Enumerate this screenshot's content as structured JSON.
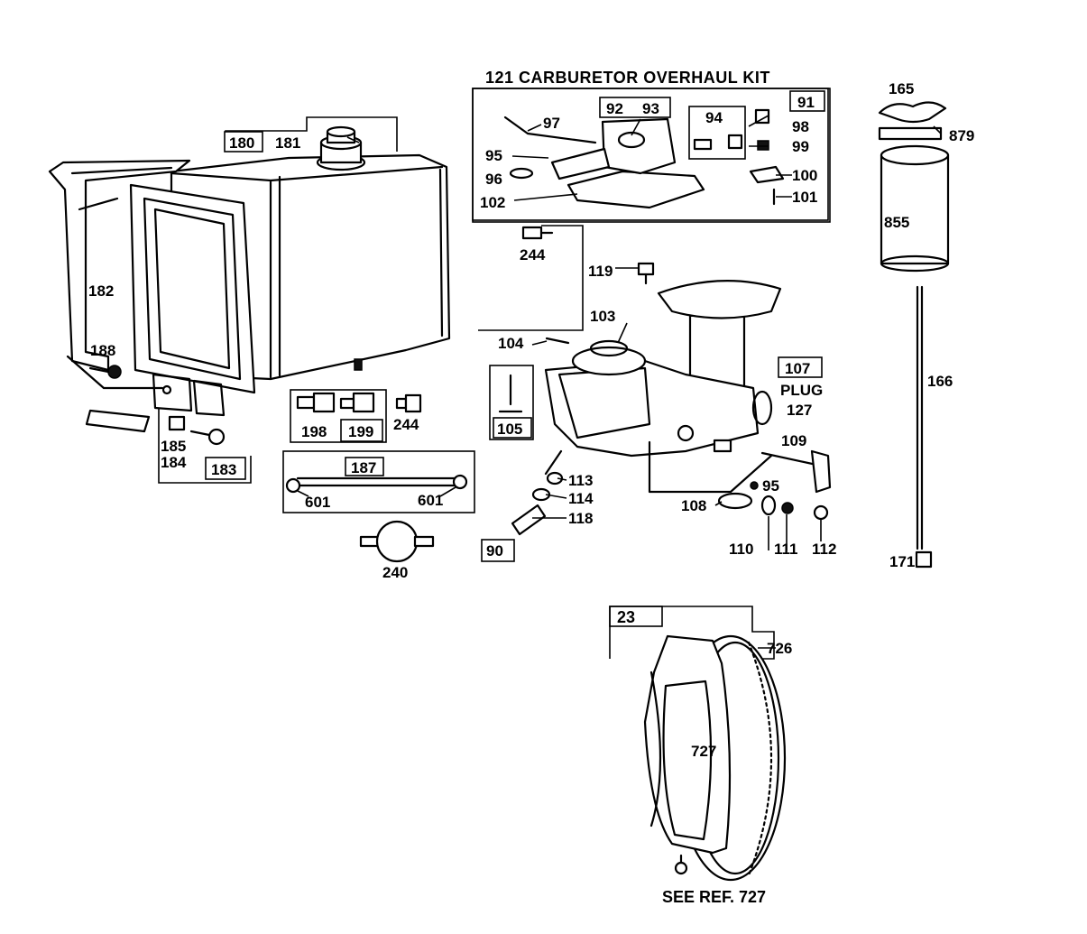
{
  "kit": {
    "title": "121 CARBURETOR OVERHAUL KIT"
  },
  "labels": {
    "p23": "23",
    "p90": "90",
    "p91": "91",
    "p92": "92",
    "p93": "93",
    "p94": "94",
    "p95a": "95",
    "p95b": "95",
    "p96": "96",
    "p97": "97",
    "p98": "98",
    "p99": "99",
    "p100": "100",
    "p101": "101",
    "p102": "102",
    "p103": "103",
    "p104": "104",
    "p105": "105",
    "p107": "107",
    "plug": "PLUG",
    "p108": "108",
    "p109": "109",
    "p110": "110",
    "p111": "111",
    "p112": "112",
    "p113": "113",
    "p114": "114",
    "p118": "118",
    "p119": "119",
    "p127": "127",
    "p165": "165",
    "p166": "166",
    "p171": "171",
    "p180": "180",
    "p181": "181",
    "p182": "182",
    "p183": "183",
    "p184": "184",
    "p185": "185",
    "p187": "187",
    "p188": "188",
    "p198": "198",
    "p199": "199",
    "p240": "240",
    "p244a": "244",
    "p244b": "244",
    "p601a": "601",
    "p601b": "601",
    "p726": "726",
    "p727": "727",
    "p855": "855",
    "p879": "879",
    "see_ref": "SEE REF. 727"
  }
}
